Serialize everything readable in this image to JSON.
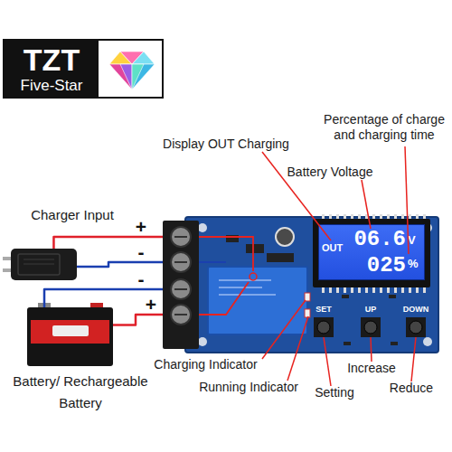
{
  "diagram": {
    "nodes": [
      {
        "text": [
          "TZT",
          "Five-Star"
        ]
      },
      {
        "text": [
          "SET",
          "UP",
          "DOWN"
        ]
      },
      {
        "text": [
          "OUT",
          "06.6",
          "V",
          "025",
          "%"
        ],
        "in": 1
      },
      {
        "text": [
          "Charger Input"
        ]
      },
      {
        "text": [
          "Battery/ Rechargeable Battery"
        ]
      }
    ],
    "edges": [
      {
        "from": 3,
        "to": 1,
        "label": "+",
        "arrow": "none"
      },
      {
        "from": 3,
        "to": 1,
        "label": "-",
        "arrow": "none"
      },
      {
        "from": 4,
        "to": 1,
        "label": "-",
        "arrow": "none"
      },
      {
        "from": 4,
        "to": 1,
        "label": "+",
        "arrow": "none"
      }
    ],
    "labels": [
      "Percentage of charge and charging time",
      "Display OUT Charging",
      "Battery Voltage",
      "Charging Indicator",
      "Running Indicator",
      "Setting",
      "Increase",
      "Reduce"
    ]
  }
}
